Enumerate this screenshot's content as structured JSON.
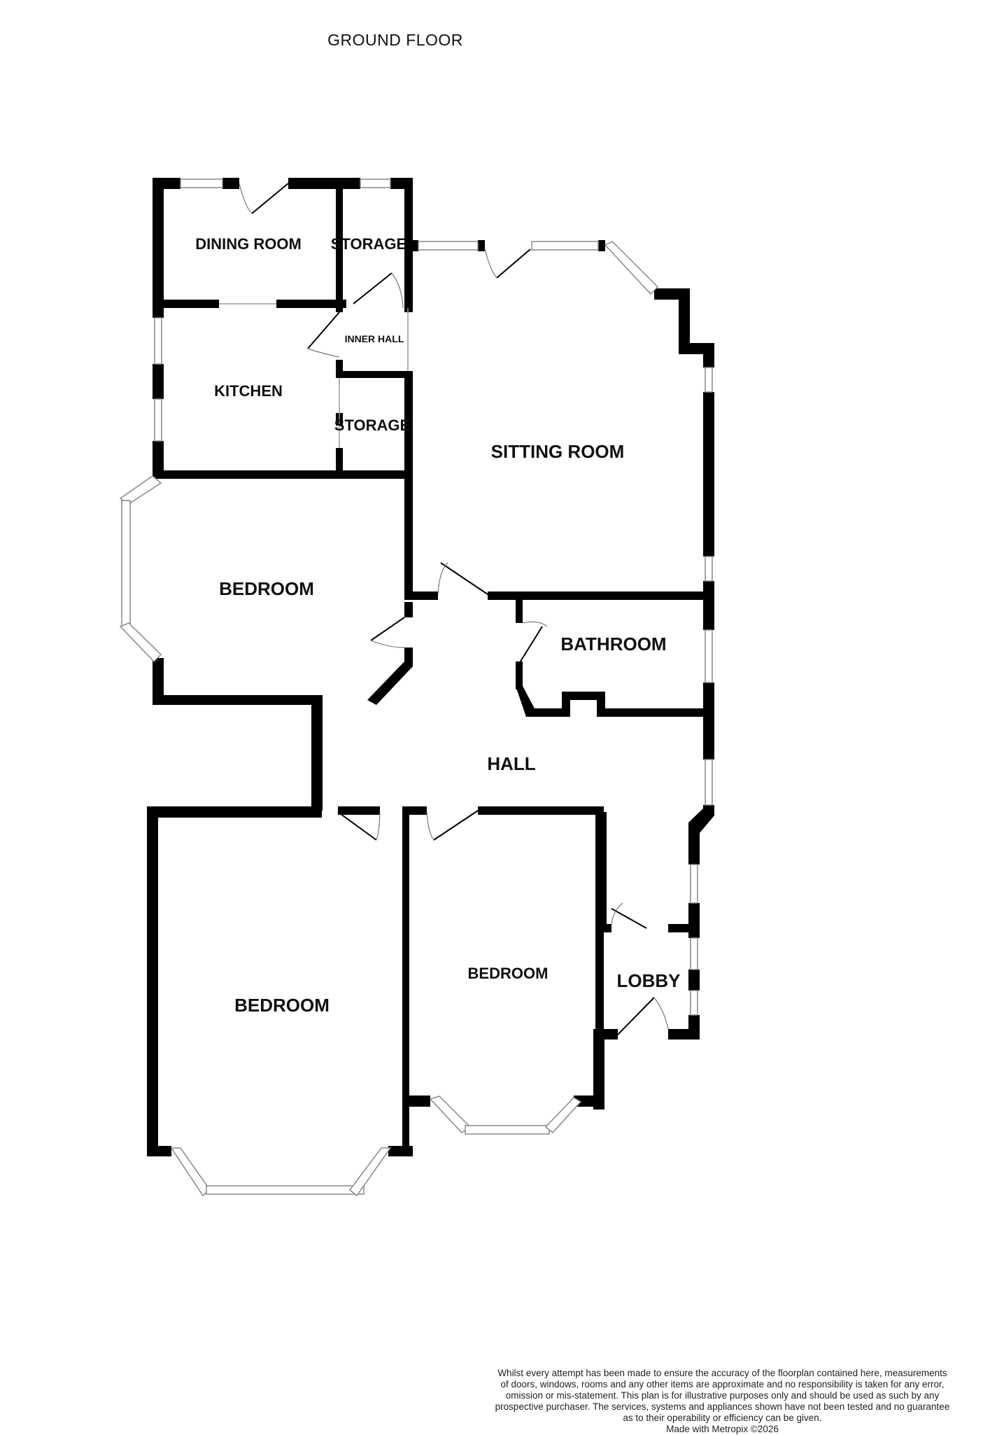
{
  "title": "GROUND FLOOR",
  "rooms": {
    "dining_room": "DINING ROOM",
    "storage_top": "STORAGE",
    "inner_hall": "INNER HALL",
    "kitchen": "KITCHEN",
    "storage_mid": "STORAGE",
    "sitting_room": "SITTING ROOM",
    "bedroom_west": "BEDROOM",
    "bathroom": "BATHROOM",
    "hall": "HALL",
    "bedroom_large": "BEDROOM",
    "bedroom_middle": "BEDROOM",
    "lobby": "LOBBY"
  },
  "disclaimer": {
    "lines": [
      "Whilst every attempt has been made to ensure the accuracy of the floorplan contained here, measurements",
      "of doors, windows, rooms and any other items are approximate and no responsibility is taken for any error,",
      "omission or mis-statement. This plan is for illustrative purposes only and should be used as such by any",
      "prospective purchaser. The services, systems and appliances shown have not been tested and no guarantee",
      "as to their operability or efficiency can be given."
    ],
    "credit": "Made with Metropix ©2026"
  }
}
